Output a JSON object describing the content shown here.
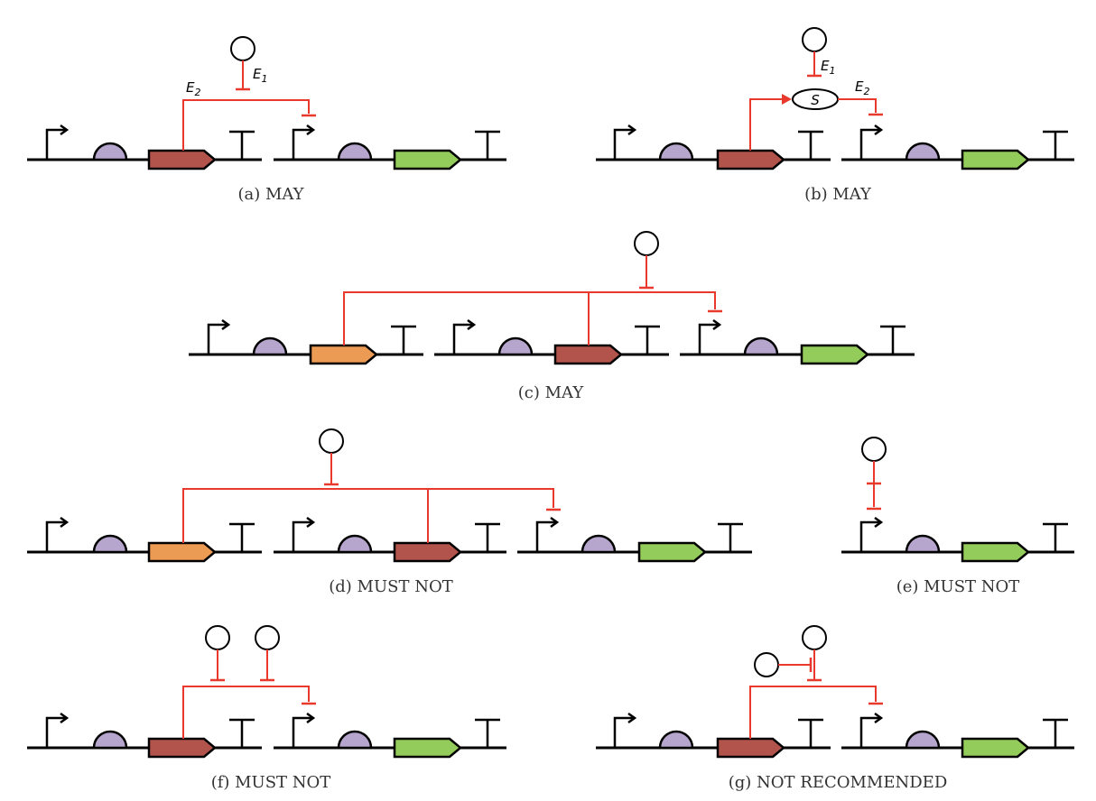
{
  "colors": {
    "backbone": "#000000",
    "rbs": "#b6a5cc",
    "cds_red": "#b2544c",
    "cds_orange": "#ec9b54",
    "cds_green": "#94cc5c",
    "interaction": "#e8392c",
    "caption": "#333333"
  },
  "captions": {
    "a": "(a)  MAY",
    "b": "(b)  MAY",
    "c": "(c)  MAY",
    "d": "(d)  MUST NOT",
    "e": "(e)  MUST NOT",
    "f": "(f)  MUST NOT",
    "g": "(g)  NOT RECOMMENDED"
  },
  "labels": {
    "a_e1": "E",
    "a_e1_sub": "1",
    "a_e2": "E",
    "a_e2_sub": "2",
    "b_e1": "E",
    "b_e1_sub": "1",
    "b_e2": "E",
    "b_e2_sub": "2",
    "b_species": "S"
  },
  "glyphs": [
    "promoter",
    "ribosome-binding-site",
    "cds",
    "terminator",
    "small-molecule",
    "inhibition-arrow",
    "stimulation-arrow"
  ]
}
